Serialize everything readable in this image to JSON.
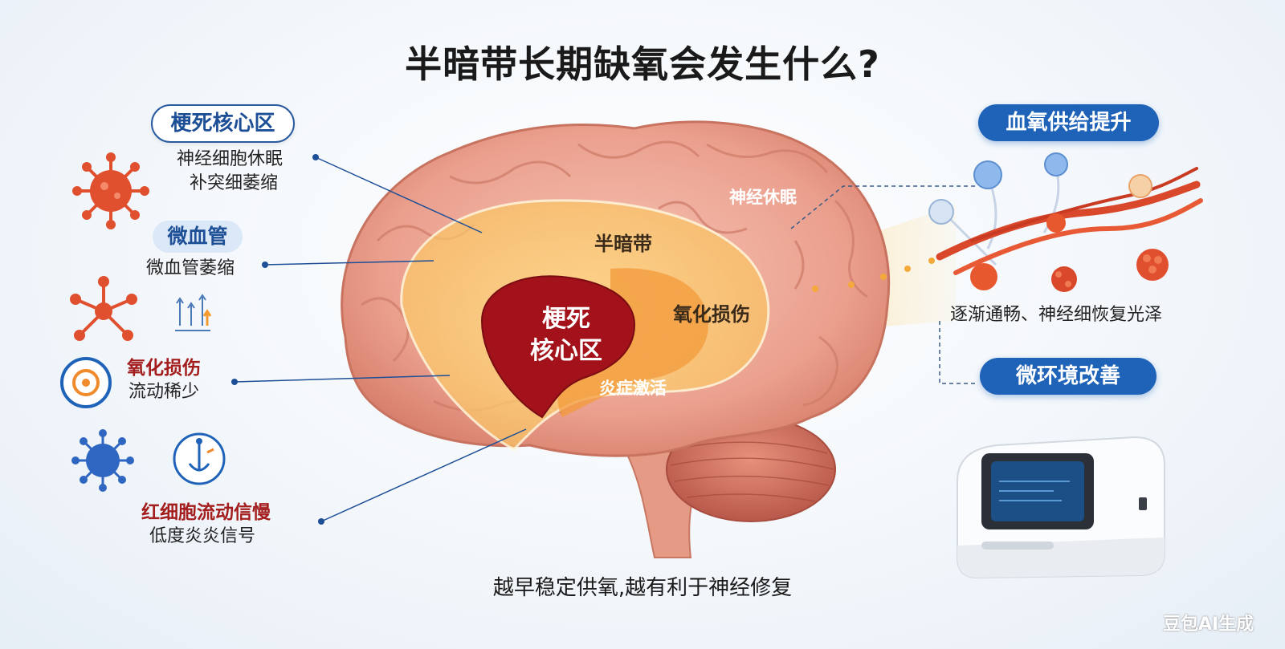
{
  "title": "半暗带长期缺氧会发生什么?",
  "left": {
    "infarct_pill": "梗死核心区",
    "infarct_lines": [
      "神经细胞休眠",
      "补突细萎缩"
    ],
    "micro_pill": "微血管",
    "micro_line": "微血管萎缩",
    "oxid_title": "氧化损伤",
    "oxid_line": "流动稀少",
    "rbc_title": "红细胞流动信慢",
    "rbc_line": "低度炎炎信号"
  },
  "brain": {
    "core_line1": "梗死",
    "core_line2": "核心区",
    "penumbra": "半暗带",
    "oxidative": "氧化损伤",
    "inflammation": "炎症激活",
    "nerve_sleep": "神经休眠"
  },
  "right": {
    "blood_oxygen_pill": "血氧供给提升",
    "recovery_text": "逐渐通畅、神经细恢复光泽",
    "microenv_pill": "微环境改善"
  },
  "bottom_text": "越早稳定供氧,越有利于神经修复",
  "watermark": "豆包AI生成",
  "colors": {
    "accent_blue": "#1f63b8",
    "core_red": "#a3121a",
    "penumbra_yellow": "#f7c66a",
    "brain_pink": "#eba08e"
  }
}
